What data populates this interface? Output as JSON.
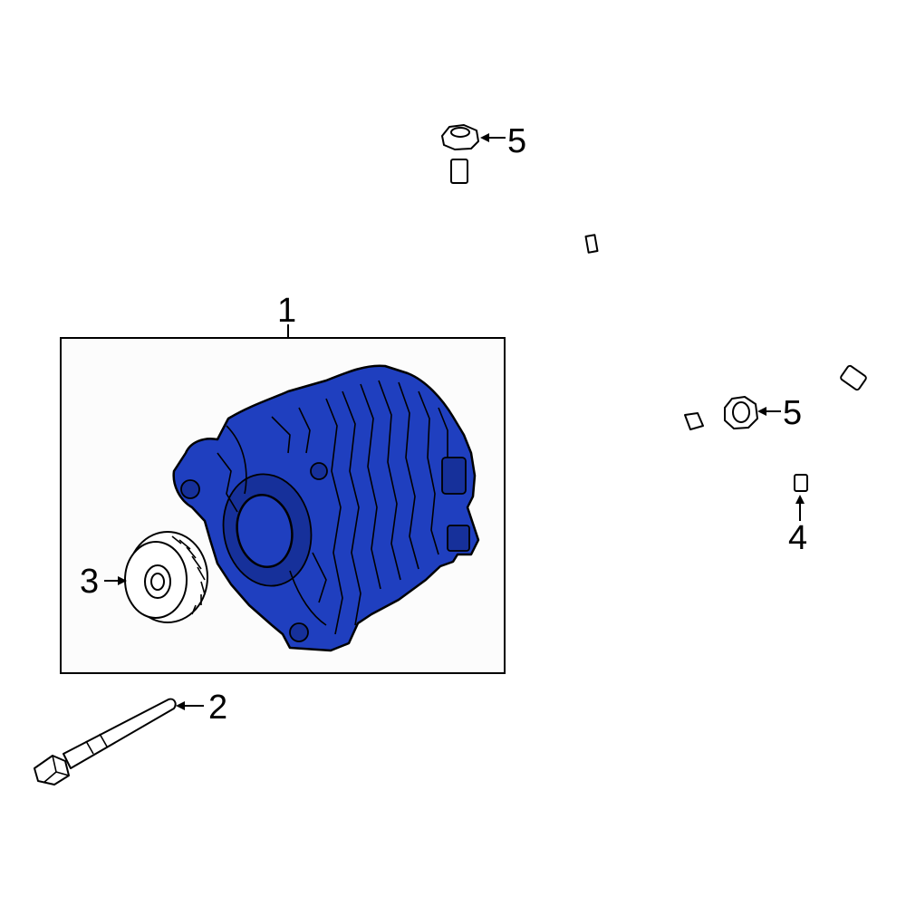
{
  "callouts": [
    {
      "id": "1",
      "label": "1"
    },
    {
      "id": "2",
      "label": "2"
    },
    {
      "id": "3",
      "label": "3"
    },
    {
      "id": "4",
      "label": "4"
    },
    {
      "id": "5a",
      "label": "5"
    },
    {
      "id": "5b",
      "label": "5"
    }
  ],
  "colors": {
    "highlight": "#1f3fbf",
    "outline": "#000000",
    "box_fill": "#fcfcfc"
  }
}
